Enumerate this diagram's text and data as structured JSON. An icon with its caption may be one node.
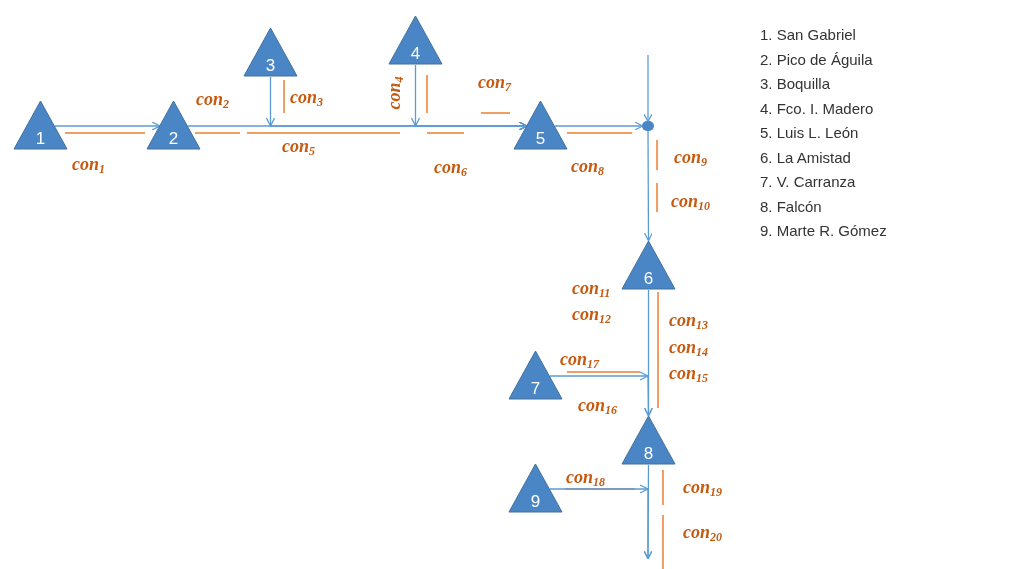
{
  "diagram": {
    "nodes": [
      {
        "text": [
          "1"
        ]
      },
      {
        "text": [
          "2"
        ]
      },
      {
        "text": [
          "3"
        ]
      },
      {
        "text": [
          "4"
        ]
      },
      {
        "text": [
          "5"
        ]
      },
      {
        "text": [
          "6"
        ]
      },
      {
        "text": [
          "7"
        ]
      },
      {
        "text": [
          "8"
        ]
      },
      {
        "text": [
          "9"
        ]
      },
      {
        "text": [],
        "shape": "circle"
      }
    ],
    "edges": [
      {
        "from": 0,
        "to": 1,
        "arrow": "to"
      },
      {
        "from": 1,
        "to": 4,
        "arrow": "to"
      },
      {
        "from": 2,
        "to": 4,
        "arrow": "to"
      },
      {
        "from": 3,
        "to": 4,
        "arrow": "to"
      },
      {
        "from": 4,
        "to": 9,
        "arrow": "to"
      },
      {
        "from": null,
        "to": 9,
        "arrow": "to"
      },
      {
        "from": 9,
        "to": 5,
        "arrow": "to"
      },
      {
        "from": 5,
        "to": 7,
        "arrow": "to"
      },
      {
        "from": 6,
        "to": 7,
        "arrow": "to"
      },
      {
        "from": 7,
        "to": null,
        "arrow": "to"
      },
      {
        "from": 8,
        "to": null,
        "arrow": "to"
      }
    ],
    "labels": [
      "con$_{1}$",
      "con$_{2}$",
      "con$_{3}$",
      "con$_{4}$",
      "con$_{5}$",
      "con$_{6}$",
      "con$_{7}$",
      "con$_{8}$",
      "con$_{9}$",
      "con$_{10}$",
      "con$_{11}$",
      "con$_{12}$",
      "con$_{13}$",
      "con$_{14}$",
      "con$_{15}$",
      "con$_{16}$",
      "con$_{17}$",
      "con$_{18}$",
      "con$_{19}$",
      "con$_{20}$",
      "1. San Gabriel",
      "2. Pico de Águila",
      "3. Boquilla",
      "4. Fco. I. Madero",
      "5. Luis L. León",
      "6. La Amistad",
      "7. V. Carranza",
      "8. Falcón",
      "9. Marte R. Gómez"
    ]
  }
}
